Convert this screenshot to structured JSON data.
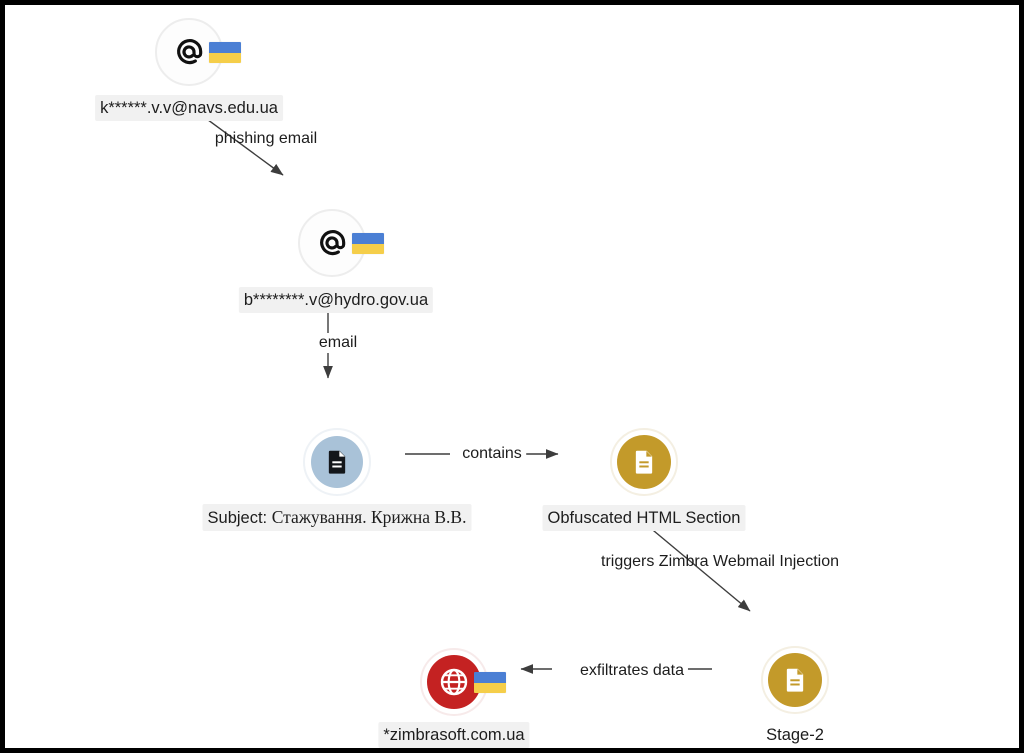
{
  "diagram": {
    "type": "attack-chain-graph",
    "background_color": "#ffffff",
    "border_color": "#000000",
    "nodes": [
      {
        "id": "sender-email",
        "label": "k******.v.v@navs.edu.ua",
        "icon": "email-at-icon",
        "badge": "ukraine-flag-icon",
        "style": "pale-ring"
      },
      {
        "id": "recipient-email",
        "label": "b********.v@hydro.gov.ua",
        "icon": "email-at-icon",
        "badge": "ukraine-flag-icon",
        "style": "pale-ring"
      },
      {
        "id": "email-subject",
        "label": "Subject: Стажування. Крижна В.В.",
        "label_prefix": "Subject:",
        "label_cyrillic": "Стажування. Крижна В.В.",
        "icon": "document-icon",
        "style": "blue-fill"
      },
      {
        "id": "obfuscated-html",
        "label": "Obfuscated HTML Section",
        "icon": "document-icon",
        "style": "gold-fill"
      },
      {
        "id": "stage-2",
        "label": "Stage-2",
        "icon": "document-icon",
        "style": "gold-fill"
      },
      {
        "id": "c2-domain",
        "label": "*zimbrasoft.com.ua",
        "icon": "globe-icon",
        "badge": "ukraine-flag-icon",
        "style": "red-fill"
      }
    ],
    "edges": [
      {
        "id": "edge-phishing",
        "from": "sender-email",
        "to": "recipient-email",
        "label": "phishing email"
      },
      {
        "id": "edge-email",
        "from": "recipient-email",
        "to": "email-subject",
        "label": "email"
      },
      {
        "id": "edge-contains",
        "from": "email-subject",
        "to": "obfuscated-html",
        "label": "contains"
      },
      {
        "id": "edge-triggers",
        "from": "obfuscated-html",
        "to": "stage-2",
        "label": "triggers Zimbra Webmail Injection"
      },
      {
        "id": "edge-exfiltrates",
        "from": "stage-2",
        "to": "c2-domain",
        "label": "exfiltrates data"
      }
    ],
    "colors": {
      "gold": "#c39a2a",
      "red": "#c42222",
      "blue_node": "#a9c2d8",
      "flag_blue": "#4b7fd4",
      "flag_yellow": "#f5ce4a",
      "label_background": "#f1f1f1",
      "text": "#1d1d1d",
      "edge_line": "#3d3d3d"
    }
  }
}
